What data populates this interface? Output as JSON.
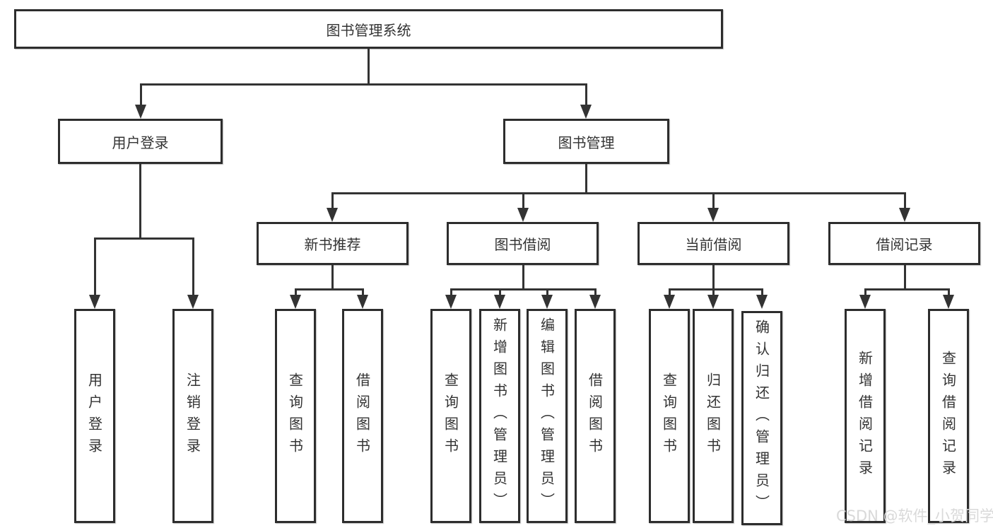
{
  "diagram_type": "hierarchy-tree",
  "tree": {
    "label": "图书管理系统",
    "children": [
      {
        "label": "用户登录",
        "children": [
          {
            "label": "用户登录"
          },
          {
            "label": "注销登录"
          }
        ]
      },
      {
        "label": "图书管理",
        "children": [
          {
            "label": "新书推荐",
            "children": [
              {
                "label": "查询图书"
              },
              {
                "label": "借阅图书"
              }
            ]
          },
          {
            "label": "图书借阅",
            "children": [
              {
                "label": "查询图书"
              },
              {
                "label": "新增图书（管理员）"
              },
              {
                "label": "编辑图书（管理员）"
              },
              {
                "label": "借阅图书"
              }
            ]
          },
          {
            "label": "当前借阅",
            "children": [
              {
                "label": "查询图书"
              },
              {
                "label": "归还图书"
              },
              {
                "label": "确认归还（管理员）"
              }
            ]
          },
          {
            "label": "借阅记录",
            "children": [
              {
                "label": "新增借阅记录"
              },
              {
                "label": "查询借阅记录"
              }
            ]
          }
        ]
      }
    ]
  },
  "watermark": {
    "text": "CSDN @软件_小贺同学"
  },
  "colors": {
    "background": "#ffffff",
    "box_border": "#2d2d2d",
    "connector_line": "#333333",
    "text": "#333333",
    "watermark": "#d9d9d9"
  }
}
